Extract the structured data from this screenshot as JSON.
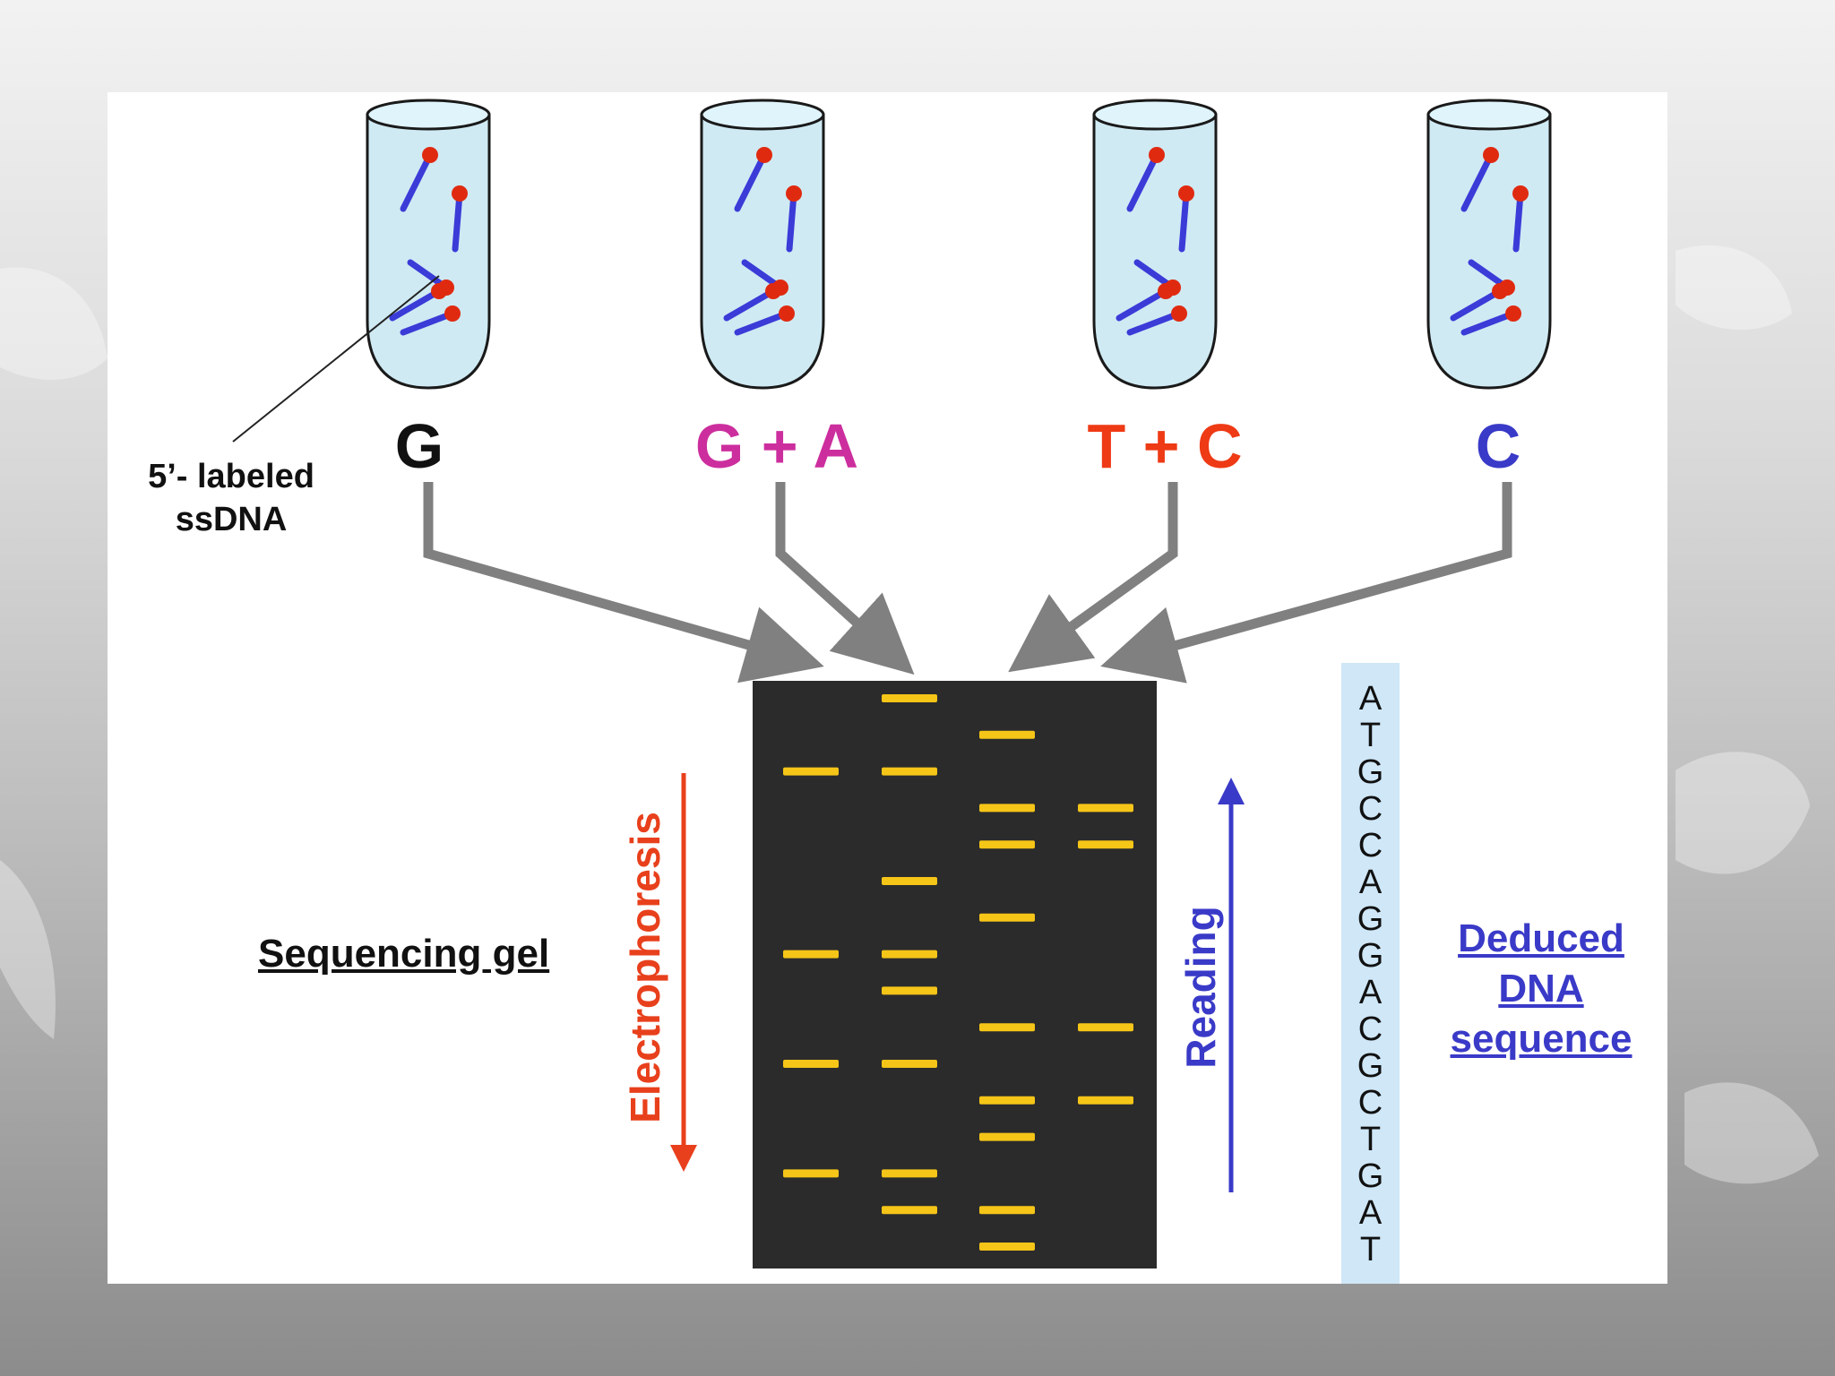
{
  "colors": {
    "label_g": "#111111",
    "label_ga": "#cc2e9e",
    "label_tc": "#ee3a15",
    "label_c": "#3a3ac8",
    "gel_background": "#2b2b2b",
    "band": "#f5c518",
    "electrophoresis_arrow": "#e8401c",
    "reading_arrow": "#3a3ac8",
    "dna_strand": "#3b3bd8",
    "label_bead": "#e02a10",
    "tube_fill": "#cfeaf3",
    "funnel_arrow": "#808080"
  },
  "tubes": [
    {
      "label": "G",
      "color_key": "label_g"
    },
    {
      "label": "G + A",
      "color_key": "label_ga"
    },
    {
      "label": "T + C",
      "color_key": "label_tc"
    },
    {
      "label": "C",
      "color_key": "label_c"
    }
  ],
  "annotation": {
    "line1": "5’- labeled",
    "line2": "ssDNA"
  },
  "gel": {
    "label": "Sequencing gel",
    "lanes": [
      "G",
      "G + A",
      "T + C",
      "C"
    ],
    "rows": 16,
    "bands": [
      {
        "lane": 1,
        "row": 0
      },
      {
        "lane": 2,
        "row": 1
      },
      {
        "lane": 0,
        "row": 2
      },
      {
        "lane": 1,
        "row": 2
      },
      {
        "lane": 2,
        "row": 3
      },
      {
        "lane": 3,
        "row": 3
      },
      {
        "lane": 2,
        "row": 4
      },
      {
        "lane": 3,
        "row": 4
      },
      {
        "lane": 1,
        "row": 5
      },
      {
        "lane": 2,
        "row": 6
      },
      {
        "lane": 0,
        "row": 7
      },
      {
        "lane": 1,
        "row": 7
      },
      {
        "lane": 1,
        "row": 8
      },
      {
        "lane": 2,
        "row": 9
      },
      {
        "lane": 3,
        "row": 9
      },
      {
        "lane": 0,
        "row": 10
      },
      {
        "lane": 1,
        "row": 10
      },
      {
        "lane": 2,
        "row": 11
      },
      {
        "lane": 3,
        "row": 11
      },
      {
        "lane": 2,
        "row": 12
      },
      {
        "lane": 0,
        "row": 13
      },
      {
        "lane": 1,
        "row": 13
      },
      {
        "lane": 1,
        "row": 14
      },
      {
        "lane": 2,
        "row": 14
      },
      {
        "lane": 2,
        "row": 15
      }
    ]
  },
  "electrophoresis": {
    "label": "Electrophoresis"
  },
  "reading": {
    "label": "Reading"
  },
  "sequence": {
    "letters": [
      "A",
      "T",
      "G",
      "C",
      "C",
      "A",
      "G",
      "G",
      "A",
      "C",
      "G",
      "C",
      "T",
      "G",
      "A",
      "T"
    ]
  },
  "deduced": {
    "line1": "Deduced",
    "line2": "DNA",
    "line3": "sequence"
  }
}
